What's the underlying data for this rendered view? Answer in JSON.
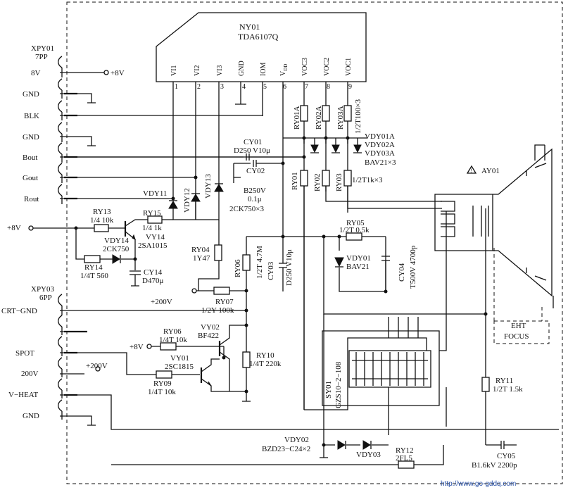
{
  "ic": {
    "name": "NY01",
    "part": "TDA6107Q",
    "pin_names": [
      "VI1",
      "VI2",
      "VI3",
      "GND",
      "IOM",
      "V",
      "VOC3",
      "VOC2",
      "VOC1"
    ],
    "vdd_sub": "DD",
    "pin_numbers": [
      "1",
      "2",
      "3",
      "4",
      "5",
      "6",
      "7",
      "8",
      "9"
    ]
  },
  "connector_top": {
    "ref": "XPY01",
    "pins": "7PP",
    "labels": [
      "8V",
      "GND",
      "BLK",
      "GND",
      "Bout",
      "Gout",
      "Rout"
    ]
  },
  "connector_bottom": {
    "ref": "XPY03",
    "pins": "6PP",
    "labels": [
      "CRT−GND",
      "SPOT",
      "200V",
      "V−HEAT",
      "GND"
    ]
  },
  "rails": {
    "plus8v_top": "+8V",
    "plus8v_left": "+8V",
    "plus200v_a": "+200V",
    "plus8v_mid": "+8V",
    "plus200v_b": "+200V"
  },
  "components": {
    "vdy11": "VDY11",
    "vdy12": "VDY12",
    "vdy13": "VDY13",
    "ry13": "RY13",
    "ry13_val": "1/4 10k",
    "ry15": "RY15",
    "ry15_val": "1/4 1k",
    "vy14": "VY14",
    "vy14_val": "2SA1015",
    "vdy14": "VDY14",
    "vdy14_val": "2CK750",
    "ry14": "RY14",
    "ry14_val": "1/4T 560",
    "cy14": "CY14",
    "cy14_val": "D470μ",
    "cy01": "CY01",
    "cy01_val": "D250 V10μ",
    "cy02": "CY02",
    "cy02_val": "B250V",
    "cy02_val2": "0.1μ",
    "diode_set": "2CK750×3",
    "ry01a": "RY01A",
    "ry02a": "RY02A",
    "ry03a": "RY03A",
    "ry0xa_val": "1/2T100×3",
    "vdy01a": "VDY01A",
    "vdy02a": "VDY02A",
    "vdy03a": "VDY03A",
    "vdy0xa_val": "BAV21×3",
    "ry01": "RY01",
    "ry02": "RY02",
    "ry03": "RY03",
    "ry0x_val": "1/2T1k×3",
    "ay01": "AY01",
    "ry05": "RY05",
    "ry05_val": "1/2T 0.5k",
    "vdy01": "VDY01",
    "vdy01_val": "BAV21",
    "cy04": "CY04",
    "cy04_val": "T500V 4700p",
    "ry04": "RY04",
    "ry04_val": "1Y47",
    "ry06a": "RY06",
    "ry06a_val": "1/2T 4.7M",
    "cy03": "CY03",
    "cy03_val": "D250 V10μ",
    "ry07": "RY07",
    "ry07_val": "1/2Y 100k",
    "ry06b": "RY06",
    "ry06b_val": "1/4T 10k",
    "vy02": "VY02",
    "vy02_val": "BF422",
    "vy01": "VY01",
    "vy01_val": "2SC1815",
    "ry09": "RY09",
    "ry09_val": "1/4T 10k",
    "ry10": "RY10",
    "ry10_val": "1/4T 220k",
    "sy01": "SY01",
    "sy01_val": "GZS10−2−108",
    "eht": "EHT",
    "focus": "FOCUS",
    "ry11": "RY11",
    "ry11_val": "1/2T 1.5k",
    "vdy02": "VDY02",
    "vdy02_val": "BZD23−C24×2",
    "vdy03": "VDY03",
    "ry12": "RY12",
    "ry12_val": "2FL5",
    "cy05": "CY05",
    "cy05_val": "B1.6kV 2200p"
  },
  "watermark": "http://www.go-gddq.com"
}
